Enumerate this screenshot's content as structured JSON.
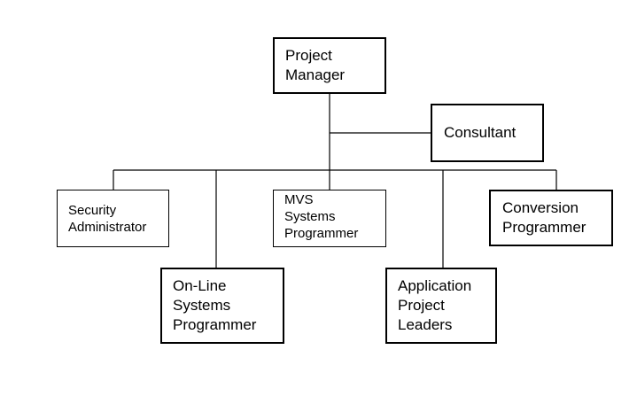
{
  "chart": {
    "nodes": [
      {
        "id": "project-manager",
        "lines": [
          "Project",
          "Manager"
        ]
      },
      {
        "id": "consultant",
        "lines": [
          "Consultant"
        ]
      },
      {
        "id": "security-administrator",
        "lines": [
          "Security",
          "Administrator"
        ]
      },
      {
        "id": "mvs-systems-programmer",
        "lines": [
          "MVS",
          "Systems",
          "Programmer"
        ]
      },
      {
        "id": "conversion-programmer",
        "lines": [
          "Conversion",
          "Programmer"
        ]
      },
      {
        "id": "online-systems-programmer",
        "lines": [
          "On-Line",
          "Systems",
          "Programmer"
        ]
      },
      {
        "id": "application-project-leaders",
        "lines": [
          "Application",
          "Project",
          "Leaders"
        ]
      }
    ],
    "edges": [
      {
        "from": "project-manager",
        "to": "consultant",
        "type": "staff"
      },
      {
        "from": "project-manager",
        "to": "security-administrator"
      },
      {
        "from": "project-manager",
        "to": "online-systems-programmer"
      },
      {
        "from": "project-manager",
        "to": "mvs-systems-programmer"
      },
      {
        "from": "project-manager",
        "to": "application-project-leaders"
      },
      {
        "from": "project-manager",
        "to": "conversion-programmer"
      }
    ]
  }
}
